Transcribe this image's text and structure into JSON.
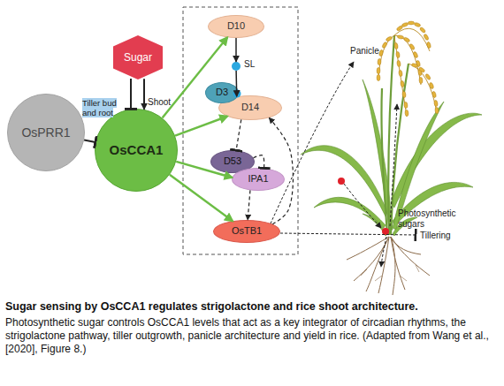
{
  "diagram": {
    "title": "Sugar sensing by OsCCA1 regulates strigolactone and rice shoot architecture.",
    "caption": "Photosynthetic sugar controls OsCCA1 levels that act as a key integrator of circadian rhythms, the strigolactone pathway, tiller outgrowth, panicle architecture and yield in rice. (Adapted from Wang et al., [2020], Figure 8.)",
    "nodes": [
      {
        "text": [
          "Sugar"
        ]
      },
      {
        "text": [
          "OsPRR1"
        ]
      },
      {
        "text": [
          "OsCCA1"
        ]
      },
      {
        "text": [
          "D10"
        ]
      },
      {
        "text": [
          "SL"
        ]
      },
      {
        "text": [
          "D3"
        ]
      },
      {
        "text": [
          "D14"
        ]
      },
      {
        "text": [
          "D53"
        ]
      },
      {
        "text": [
          "IPA1"
        ]
      },
      {
        "text": [
          "OsTB1"
        ]
      }
    ],
    "edges": [
      {
        "from": 0,
        "to": 2,
        "label": "Tiller bud and root",
        "arrow": "to"
      },
      {
        "from": 0,
        "to": 2,
        "label": "Shoot",
        "arrow": "to"
      },
      {
        "from": 1,
        "to": 2,
        "arrow": "to"
      },
      {
        "from": 2,
        "to": 3,
        "arrow": "to"
      },
      {
        "from": 2,
        "to": 6,
        "arrow": "to"
      },
      {
        "from": 2,
        "to": 8,
        "arrow": "to"
      },
      {
        "from": 2,
        "to": 9,
        "arrow": "to"
      },
      {
        "from": 3,
        "to": 4,
        "arrow": "to"
      },
      {
        "from": 4,
        "to": 6,
        "arrow": "to"
      },
      {
        "from": 6,
        "to": 7,
        "arrow": "to"
      },
      {
        "from": 7,
        "to": 8,
        "arrow": "to"
      },
      {
        "from": 8,
        "to": 9,
        "arrow": "to"
      },
      {
        "from": 9,
        "to": 6,
        "arrow": "to"
      }
    ],
    "labels": [
      "Panicle",
      "Tillering",
      "Photosynthetic sugars"
    ]
  }
}
